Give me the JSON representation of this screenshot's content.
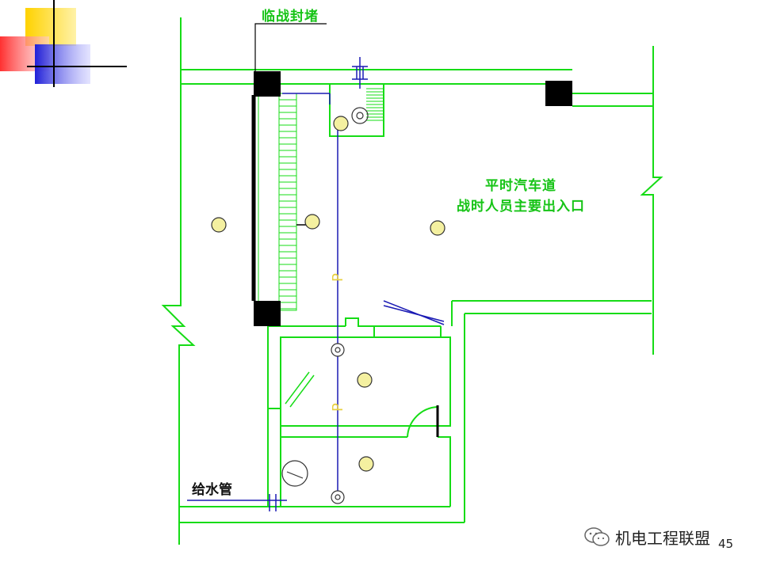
{
  "labels": {
    "blast_wall": "临战封堵",
    "normal_use": "平时汽车道",
    "wartime_use": "战时人员主要出入口",
    "water_pipe": "给水管",
    "p_upper": "P",
    "p_lower": "P"
  },
  "watermark": {
    "icon": "wechat-icon",
    "text": "机电工程联盟"
  },
  "page_number": "45",
  "colors": {
    "wall": "#16dc16",
    "pipe": "#1a1ab4",
    "fixture": "#e8e070",
    "column": "#000000",
    "label_green": "#16c416",
    "deco_yellow": "#ffd200",
    "deco_red": "#ff4040",
    "deco_blue": "#2a2ae0"
  }
}
